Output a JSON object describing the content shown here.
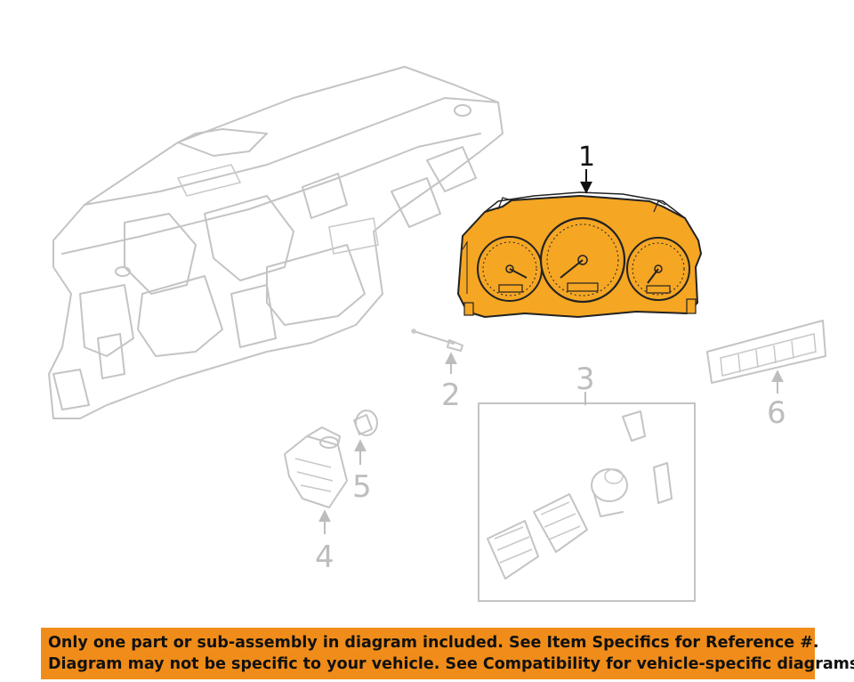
{
  "callouts": {
    "c1": "1",
    "c2": "2",
    "c3": "3",
    "c4": "4",
    "c5": "5",
    "c6": "6"
  },
  "colors": {
    "highlight": "#f5a623",
    "banner": "#f08c1a",
    "ghost_lines": "#c4c4c4"
  },
  "banner": {
    "line1": "Only one part or sub-assembly in diagram included. See Item Specifics for Reference #.",
    "line2": "Diagram may not be specific to your vehicle. See Compatibility for vehicle-specific diagrams."
  }
}
